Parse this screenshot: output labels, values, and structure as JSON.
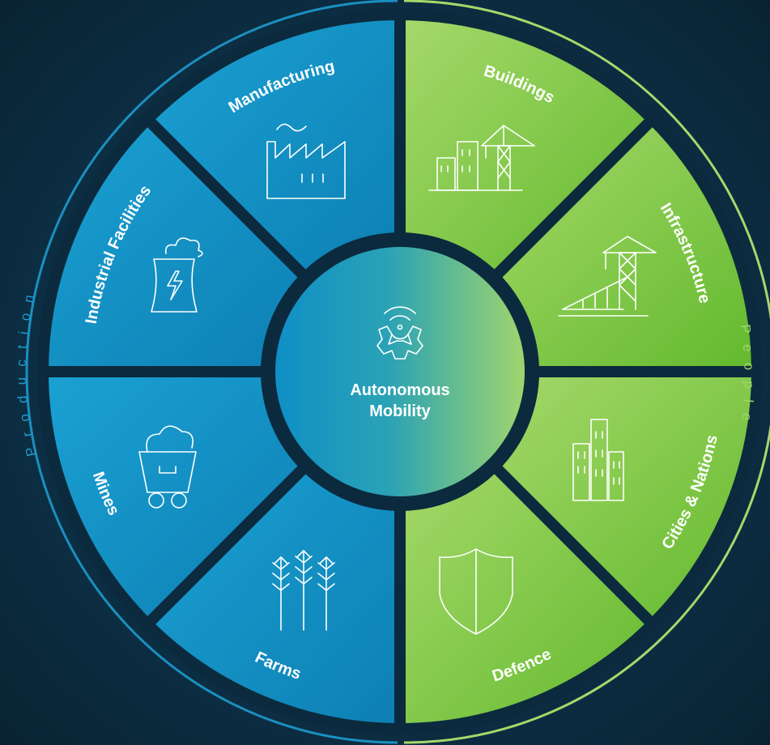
{
  "center": {
    "title_line1": "Autonomous",
    "title_line2": "Mobility",
    "icon": "robotic-wheel-signal-icon"
  },
  "side_labels": {
    "left": "Production",
    "right": "People"
  },
  "colors": {
    "background": "#0b2a3d",
    "blue_segment": "#1393c4",
    "green_segment": "#8dcf54",
    "divider": "#0b2a3d",
    "blue_ring": "#1b8fc0",
    "green_ring": "#a6d86a"
  },
  "segments": [
    {
      "id": "buildings",
      "label": "Buildings",
      "icon": "crane-buildings-icon",
      "group": "people"
    },
    {
      "id": "infrastructure",
      "label": "Infrastructure",
      "icon": "bridge-crane-icon",
      "group": "people"
    },
    {
      "id": "cities",
      "label": "Cities & Nations",
      "icon": "city-skyline-icon",
      "group": "people"
    },
    {
      "id": "defence",
      "label": "Defence",
      "icon": "shield-icon",
      "group": "people"
    },
    {
      "id": "farms",
      "label": "Farms",
      "icon": "wheat-icon",
      "group": "production"
    },
    {
      "id": "mines",
      "label": "Mines",
      "icon": "mine-cart-icon",
      "group": "production"
    },
    {
      "id": "industrial",
      "label": "Industrial Facilities",
      "icon": "power-plant-icon",
      "group": "production"
    },
    {
      "id": "manufacturing",
      "label": "Manufacturing",
      "icon": "factory-icon",
      "group": "production"
    }
  ]
}
